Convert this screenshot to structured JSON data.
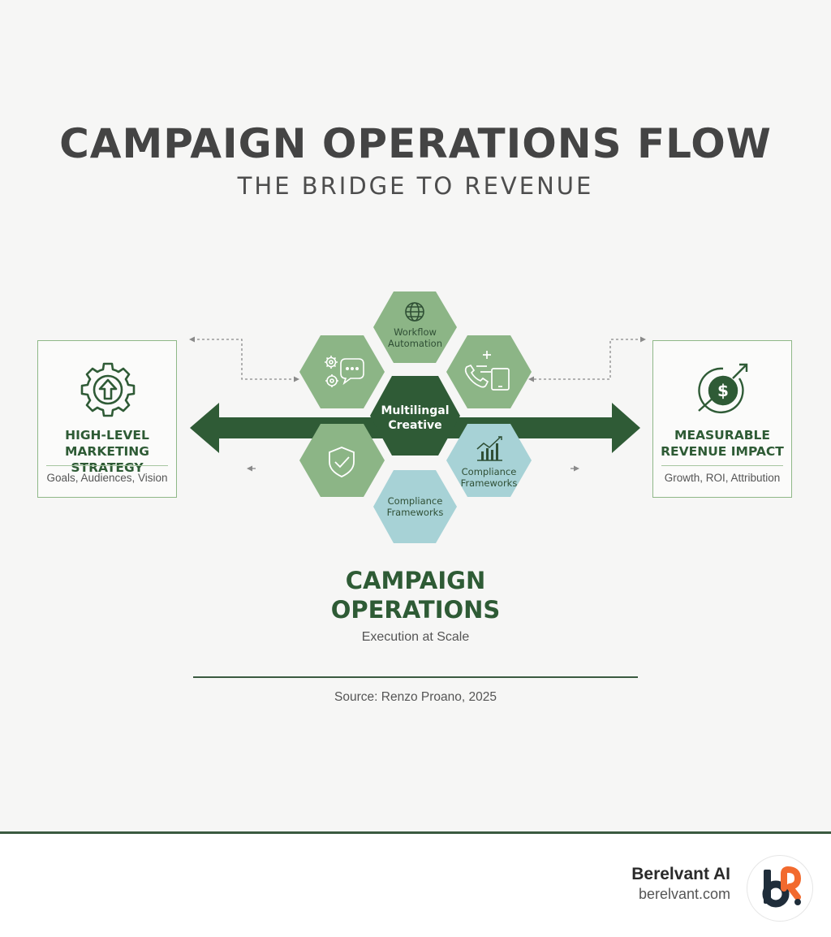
{
  "header": {
    "title": "CAMPAIGN OPERATIONS FLOW",
    "subtitle": "THE BRIDGE TO REVENUE"
  },
  "left_box": {
    "icon": "gear-arrow-up-icon",
    "title": "HIGH-LEVEL\nMARKETING STRATEGY",
    "subtitle": "Goals, Audiences, Vision"
  },
  "right_box": {
    "icon": "dollar-growth-icon",
    "title": "MEASURABLE\nREVENUE IMPACT",
    "subtitle": "Growth, ROI, Attribution"
  },
  "hexagons": {
    "top": {
      "icon": "globe-icon",
      "label": "Workflow\nAutomation"
    },
    "upper_left": {
      "icon": "gears-chat-icon"
    },
    "upper_right": {
      "icon": "phone-tablet-icon"
    },
    "center": {
      "label": "Multilingal\nCreative"
    },
    "lower_left": {
      "icon": "shield-check-icon"
    },
    "lower_right": {
      "icon": "bar-chart-icon",
      "label": "Compliance\nFrameworks"
    },
    "bottom": {
      "label": "Compliance\nFrameworks"
    }
  },
  "center": {
    "title": "CAMPAIGN\nOPERATIONS",
    "subtitle": "Execution at Scale"
  },
  "source": "Source: Renzo Proano, 2025",
  "footer": {
    "brand_name": "Berelvant AI",
    "brand_url": "berelvant.com",
    "logo": "berelvant-logo"
  },
  "colors": {
    "dark_green": "#2f5b36",
    "medium_green": "#8cb586",
    "light_blue": "#a7d2d6",
    "accent_orange": "#f26a2e",
    "logo_dark": "#1f2d3a"
  }
}
